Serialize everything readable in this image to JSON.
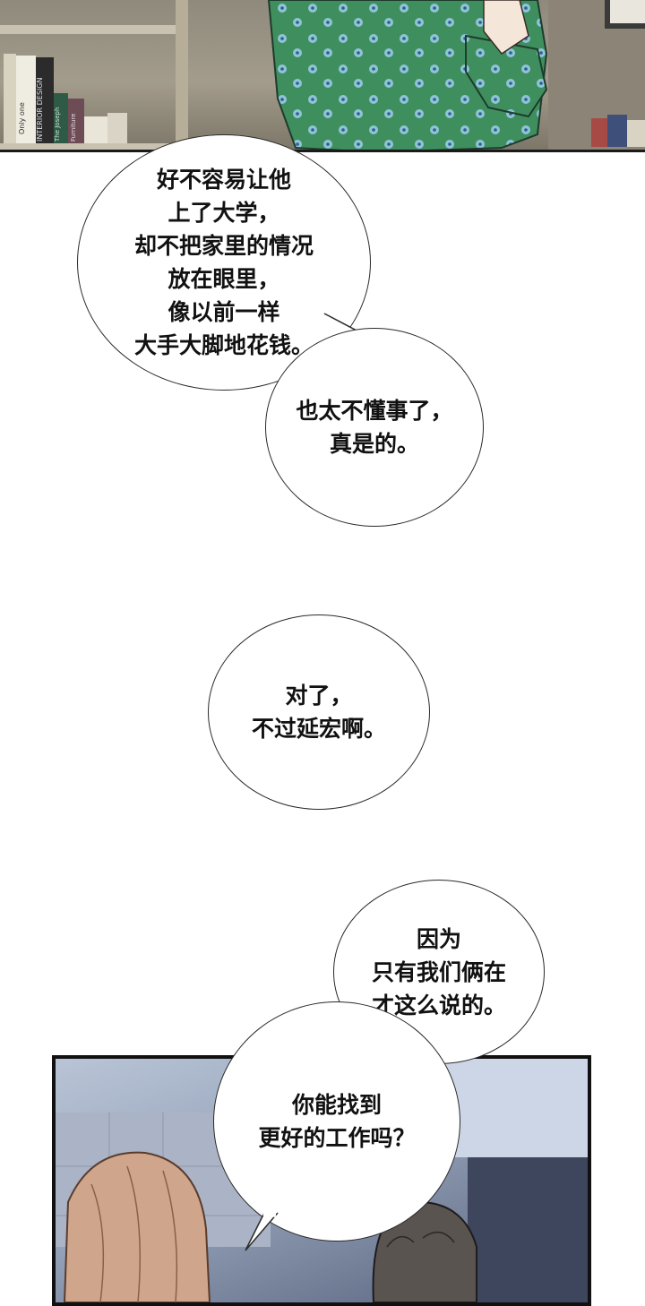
{
  "panels": {
    "top": {
      "book_spines": [
        "INTERIOR DESIGN",
        "Only one",
        "The Joseph",
        "Furniture"
      ]
    }
  },
  "balloons": [
    {
      "id": "b1",
      "text": "好不容易让他\n上了大学，\n却不把家里的情况\n放在眼里，\n像以前一样\n大手大脚地花钱。"
    },
    {
      "id": "b2",
      "text": "也太不懂事了，\n真是的。"
    },
    {
      "id": "b3",
      "text": "对了，\n不过延宏啊。"
    },
    {
      "id": "b4",
      "text": "因为\n只有我们俩在\n才这么说的。"
    },
    {
      "id": "b5",
      "text": "你能找到\n更好的工作吗？"
    }
  ],
  "colors": {
    "shirt": "#3f8f5e",
    "shirt_pattern": "#8fc4d8",
    "balloon_border": "#2a2a2a",
    "panel_border": "#111111"
  }
}
